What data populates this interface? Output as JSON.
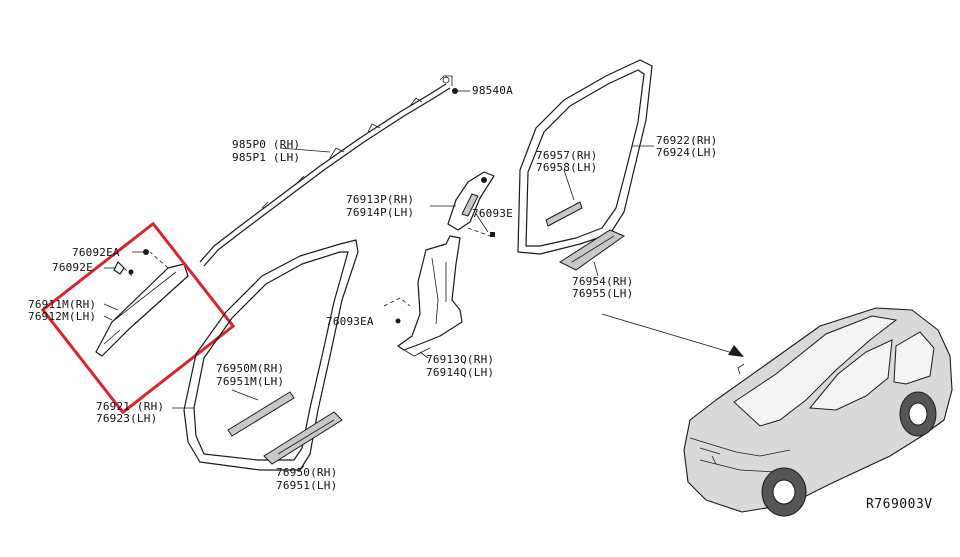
{
  "diagram_code": "R769003V",
  "labels": {
    "p98540A": "98540A",
    "p985P0": "985P0 (RH)",
    "p985P1": "985P1 (LH)",
    "p76913P": "76913P(RH)",
    "p76914P": "76914P(LH)",
    "p76093E": "76093E",
    "p76092EA": "76092EA",
    "p76092E": "76092E",
    "p76911M": "76911M(RH)",
    "p76912M": "76912M(LH)",
    "p76093EA": "76093EA",
    "p76913Q": "76913Q(RH)",
    "p76914Q": "76914Q(LH)",
    "p76950M": "76950M(RH)",
    "p76951M": "76951M(LH)",
    "p76921": "76921 (RH)",
    "p76923": "76923(LH)",
    "p76950": "76950(RH)",
    "p76951": "76951(LH)",
    "p76957": "76957(RH)",
    "p76958": "76958(LH)",
    "p76922": "76922(RH)",
    "p76924": "76924(LH)",
    "p76954": "76954(RH)",
    "p76955": "76955(LH)"
  },
  "highlight_color": "#d9252b"
}
